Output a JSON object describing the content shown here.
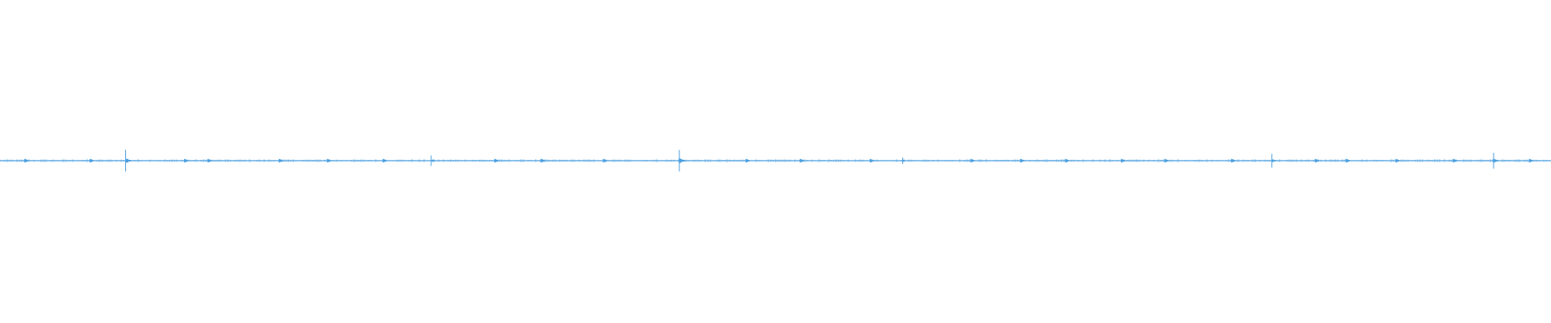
{
  "waveform": {
    "color": "#4a9fe0",
    "baseline_noise": 0.03,
    "transients": [
      {
        "position": 0.081,
        "amplitude": 0.74
      },
      {
        "position": 0.278,
        "amplitude": 0.36
      },
      {
        "position": 0.438,
        "amplitude": 0.74
      },
      {
        "position": 0.582,
        "amplitude": 0.22
      },
      {
        "position": 0.82,
        "amplitude": 0.47
      },
      {
        "position": 0.963,
        "amplitude": 0.54
      }
    ],
    "minor_blips": [
      0.016,
      0.058,
      0.119,
      0.134,
      0.18,
      0.211,
      0.247,
      0.319,
      0.349,
      0.389,
      0.481,
      0.516,
      0.561,
      0.626,
      0.658,
      0.687,
      0.723,
      0.751,
      0.794,
      0.848,
      0.868,
      0.9,
      0.937,
      0.986
    ]
  }
}
